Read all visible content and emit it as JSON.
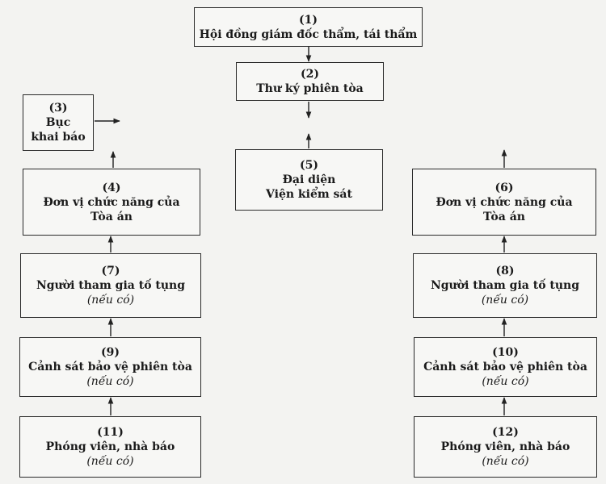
{
  "nodes": {
    "n1": {
      "num": "(1)",
      "lines": [
        "Hội đồng giám đốc thẩm, tái thẩm"
      ],
      "note": ""
    },
    "n2": {
      "num": "(2)",
      "lines": [
        "Thư ký phiên tòa"
      ],
      "note": ""
    },
    "n3": {
      "num": "(3)",
      "lines": [
        "Bục",
        "khai báo"
      ],
      "note": ""
    },
    "n4": {
      "num": "(4)",
      "lines": [
        "Đơn vị chức năng của",
        "Tòa án"
      ],
      "note": ""
    },
    "n5": {
      "num": "(5)",
      "lines": [
        "Đại diện",
        "Viện kiểm sát"
      ],
      "note": ""
    },
    "n6": {
      "num": "(6)",
      "lines": [
        "Đơn vị chức năng của",
        "Tòa án"
      ],
      "note": ""
    },
    "n7": {
      "num": "(7)",
      "lines": [
        "Người tham gia tố tụng"
      ],
      "note": "(nếu có)"
    },
    "n8": {
      "num": "(8)",
      "lines": [
        "Người tham gia tố tụng"
      ],
      "note": "(nếu có)"
    },
    "n9": {
      "num": "(9)",
      "lines": [
        "Cảnh sát bảo vệ phiên tòa"
      ],
      "note": "(nếu có)"
    },
    "n10": {
      "num": "(10)",
      "lines": [
        "Cảnh sát bảo vệ phiên tòa"
      ],
      "note": "(nếu có)"
    },
    "n11": {
      "num": "(11)",
      "lines": [
        "Phóng viên, nhà báo"
      ],
      "note": "(nếu có)"
    },
    "n12": {
      "num": "(12)",
      "lines": [
        "Phóng viên, nhà báo"
      ],
      "note": "(nếu có)"
    }
  }
}
